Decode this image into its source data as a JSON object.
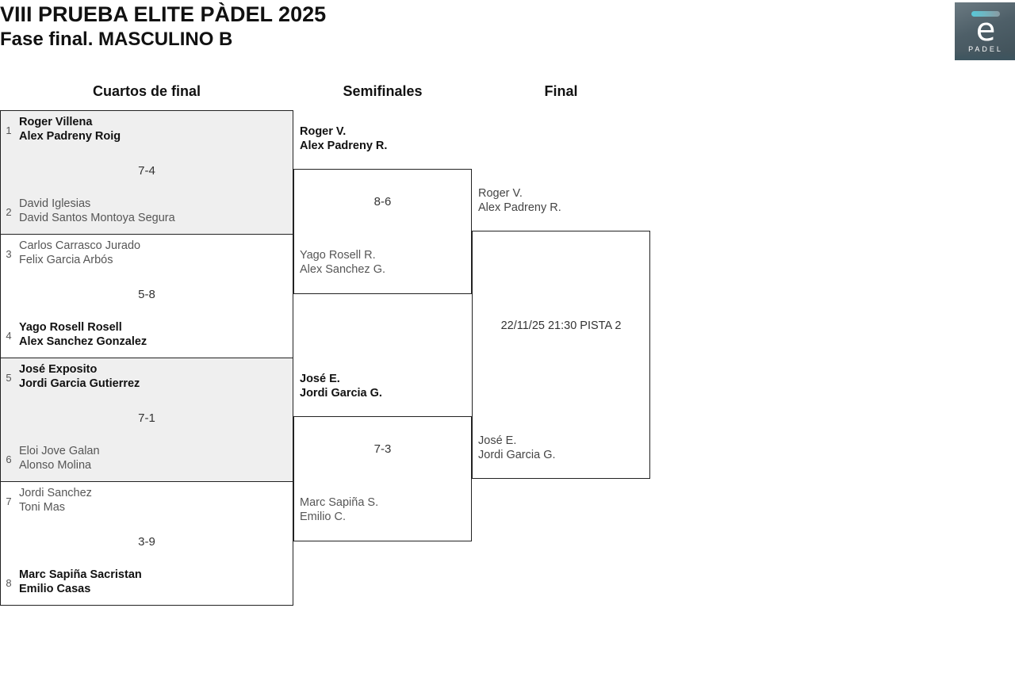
{
  "header": {
    "title_line1": "VIII PRUEBA ELITE PÀDEL 2025",
    "title_line2": "Fase final. MASCULINO B"
  },
  "logo": {
    "letter": "e",
    "word": "PADEL",
    "bar_color": "#58c8d8",
    "background_color": "#4e5f68"
  },
  "rounds": [
    {
      "label": "Cuartos de final"
    },
    {
      "label": "Semifinales"
    },
    {
      "label": "Final"
    }
  ],
  "quarterfinals": [
    {
      "score": "7-4",
      "top": {
        "seed": "1",
        "player1": "Roger Villena",
        "player2": "Alex Padreny Roig",
        "result": "winner"
      },
      "bottom": {
        "seed": "2",
        "player1": "David Iglesias",
        "player2": "David Santos Montoya Segura",
        "result": "loser"
      }
    },
    {
      "score": "5-8",
      "top": {
        "seed": "3",
        "player1": "Carlos Carrasco Jurado",
        "player2": "Felix Garcia Arbós",
        "result": "loser"
      },
      "bottom": {
        "seed": "4",
        "player1": "Yago Rosell Rosell",
        "player2": "Alex Sanchez Gonzalez",
        "result": "winner"
      }
    },
    {
      "score": "7-1",
      "top": {
        "seed": "5",
        "player1": "José Exposito",
        "player2": "Jordi Garcia Gutierrez",
        "result": "winner"
      },
      "bottom": {
        "seed": "6",
        "player1": "Eloi Jove Galan",
        "player2": "Alonso Molina",
        "result": "loser"
      }
    },
    {
      "score": "3-9",
      "top": {
        "seed": "7",
        "player1": "Jordi Sanchez",
        "player2": "Toni Mas",
        "result": "loser"
      },
      "bottom": {
        "seed": "8",
        "player1": "Marc Sapiña Sacristan",
        "player2": "Emilio Casas",
        "result": "winner"
      }
    }
  ],
  "semifinals": [
    {
      "score": "8-6",
      "top": {
        "player1": "Roger V.",
        "player2": "Alex Padreny R.",
        "result": "winner"
      },
      "bottom": {
        "player1": "Yago Rosell R.",
        "player2": "Alex Sanchez G.",
        "result": "loser"
      }
    },
    {
      "score": "7-3",
      "top": {
        "player1": "José E.",
        "player2": "Jordi Garcia G.",
        "result": "winner"
      },
      "bottom": {
        "player1": "Marc Sapiña S.",
        "player2": "Emilio C.",
        "result": "loser"
      }
    }
  ],
  "final": {
    "schedule": "22/11/25 21:30 PISTA 2",
    "top": {
      "player1": "Roger V.",
      "player2": "Alex Padreny R.",
      "result": "pending"
    },
    "bottom": {
      "player1": "José E.",
      "player2": "Jordi Garcia G.",
      "result": "pending"
    }
  }
}
